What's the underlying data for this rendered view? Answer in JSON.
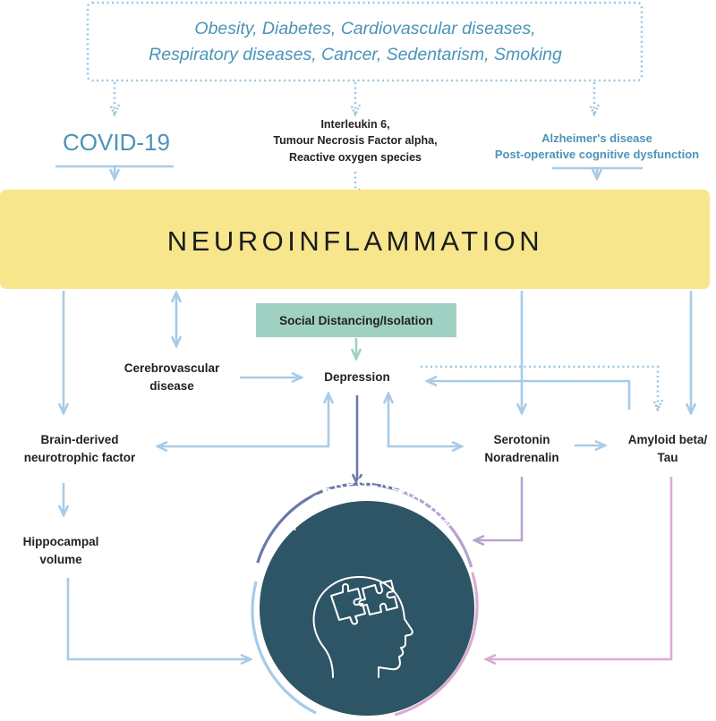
{
  "colors": {
    "blue": "#4a94b8",
    "light_blue_arrow": "#a7cbe8",
    "dotted_blue": "#9cc6e0",
    "banner_yellow": "#f7e68c",
    "social_green": "#9fd1c2",
    "dark_circle": "#2d5565",
    "navy_arrow": "#6b79a8",
    "purple_arrow": "#b6a3d1",
    "pink_arrow": "#dcabd1"
  },
  "risk_factors": {
    "line1": "Obesity, Diabetes, Cardiovascular diseases,",
    "line2": "Respiratory diseases, Cancer, Sedentarism, Smoking"
  },
  "covid": "COVID-19",
  "cytokines": {
    "line1": "Interleukin 6,",
    "line2": "Tumour Necrosis Factor alpha,",
    "line3": "Reactive oxygen species"
  },
  "neuro_conditions": {
    "line1": "Alzheimer's disease",
    "line2": "Post-operative cognitive dysfunction"
  },
  "banner": "NEUROINFLAMMATION",
  "social": "Social Distancing/Isolation",
  "cerebrovascular": {
    "line1": "Cerebrovascular",
    "line2": "disease"
  },
  "depression": "Depression",
  "bdnf": {
    "line1": "Brain-derived",
    "line2": "neurotrophic factor"
  },
  "hippocampal": {
    "line1": "Hippocampal",
    "line2": "volume"
  },
  "serotonin": {
    "line1": "Serotonin",
    "line2": "Noradrenalin"
  },
  "amyloid": {
    "line1": "Amyloid beta/",
    "line2": "Tau"
  },
  "neurodegeneration": "NEURODEGENERATION",
  "icons": {
    "head": "head-puzzle-icon"
  }
}
